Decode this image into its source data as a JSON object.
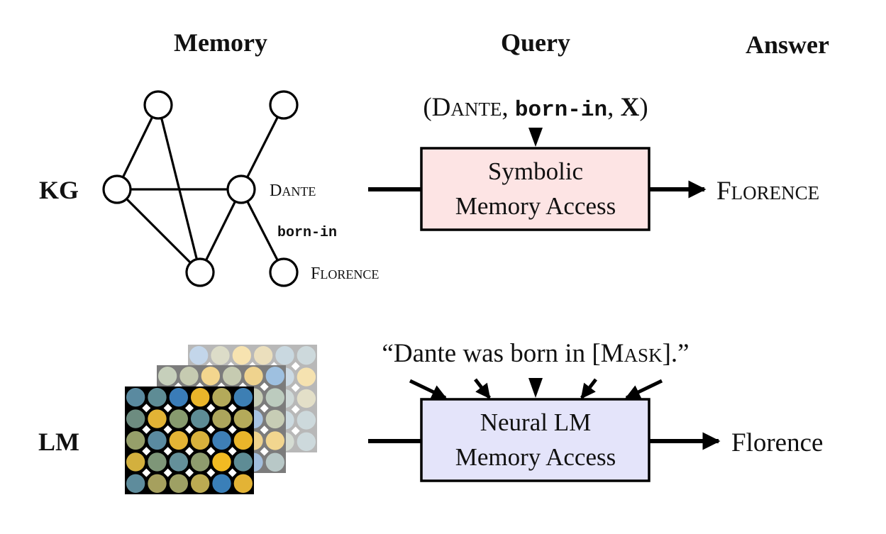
{
  "headers": {
    "memory": "Memory",
    "query": "Query",
    "answer": "Answer"
  },
  "rows": {
    "kg": {
      "label": "KG",
      "graph": {
        "nodes": [
          {
            "id": "n1",
            "label": ""
          },
          {
            "id": "n2",
            "label": ""
          },
          {
            "id": "n3",
            "label": ""
          },
          {
            "id": "dante",
            "label": "Dante"
          },
          {
            "id": "n5",
            "label": ""
          },
          {
            "id": "florence",
            "label": "Florence"
          }
        ],
        "edges": [
          [
            "n1",
            "n3"
          ],
          [
            "n1",
            "n5"
          ],
          [
            "n3",
            "dante"
          ],
          [
            "n3",
            "n5"
          ],
          [
            "dante",
            "n2"
          ],
          [
            "dante",
            "n5"
          ],
          [
            "dante",
            "florence"
          ]
        ],
        "edge_label": "born-in"
      },
      "query": {
        "open": "(",
        "subject": "Dante",
        "sep1": ", ",
        "relation": "born-in",
        "sep2": ", ",
        "object": "X",
        "close": ")"
      },
      "box": {
        "line1": "Symbolic",
        "line2": "Memory Access",
        "fill": "#fde4e4"
      },
      "answer": "Florence"
    },
    "lm": {
      "label": "LM",
      "query": {
        "text_before": "“Dante was born in [",
        "mask": "Mask",
        "text_after": "].”"
      },
      "box": {
        "line1": "Neural LM",
        "line2": "Memory Access",
        "fill": "#e4e4fa"
      },
      "answer": "Florence",
      "layers": [
        {
          "name": "back",
          "bg": "#b8b8b8",
          "colors": [
            [
              "#c3d6ea",
              "#dcdcc8",
              "#f7e3b0",
              "#ebdfbd",
              "#c9d8e0",
              "#cdd9dc"
            ],
            [
              "#cddad9",
              "#c9d8e0",
              "#c9d8e0",
              "#dcdcc8",
              "#ccdae4",
              "#f5e2b0"
            ],
            [
              "#c8d8e4",
              "#dcdcc8",
              "#e6dcbc",
              "#c4d6ea",
              "#cfd9d8",
              "#e3dfc8"
            ],
            [
              "#d2d9d4",
              "#e6dcbc",
              "#dcdcc8",
              "#cfd9d8",
              "#ccdae0",
              "#cdd9dc"
            ],
            [
              "#cfd9d8",
              "#c9d8e0",
              "#dcdcc8",
              "#ebdfbd",
              "#d5dcd3",
              "#cdd9dc"
            ]
          ]
        },
        {
          "name": "middle",
          "bg": "#7c7c7c",
          "colors": [
            [
              "#c6cfbb",
              "#c6cbb1",
              "#f3d68e",
              "#c6cbb1",
              "#efd38e",
              "#9ec0e0"
            ],
            [
              "#a6bdcb",
              "#a2bdc8",
              "#b9c4ca",
              "#e2d39e",
              "#c7cdb5",
              "#bccbbe"
            ],
            [
              "#d0cfa8",
              "#9fbcca",
              "#c8cdb2",
              "#bcc9c6",
              "#a7c3e2",
              "#c7cdb5"
            ],
            [
              "#d8cfa4",
              "#a9bec8",
              "#dccf99",
              "#c8cdb2",
              "#efd38e",
              "#f2d68f"
            ],
            [
              "#9fbcca",
              "#a6bdcb",
              "#a9c2da",
              "#bccbbe",
              "#a2bedd",
              "#b8c8c7"
            ]
          ]
        },
        {
          "name": "front",
          "bg": "#000000",
          "colors": [
            [
              "#5a8aa0",
              "#5e8c95",
              "#3a7cb8",
              "#eab52a",
              "#b4aa5a",
              "#3d7fb4"
            ],
            [
              "#6d8c80",
              "#e2b335",
              "#879a6e",
              "#5e8c95",
              "#aca55c",
              "#b4aa5a"
            ],
            [
              "#969f6a",
              "#5a8aa0",
              "#e4b435",
              "#d8b13c",
              "#3e7fb6",
              "#eab52a"
            ],
            [
              "#d3b03e",
              "#7e9678",
              "#64909a",
              "#8e9c6e",
              "#f2ba22",
              "#5e8c95"
            ],
            [
              "#5e8c9c",
              "#a6a05e",
              "#9ea064",
              "#bcab52",
              "#3a7fb8",
              "#e3b335"
            ]
          ]
        }
      ]
    }
  }
}
